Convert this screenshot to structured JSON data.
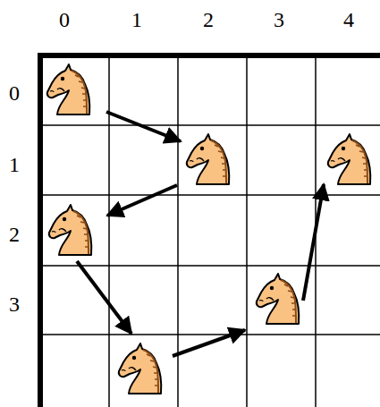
{
  "diagram": {
    "labels": [
      "0",
      "1",
      "2",
      "3",
      "4",
      "0",
      "1",
      "2",
      "3"
    ]
  }
}
